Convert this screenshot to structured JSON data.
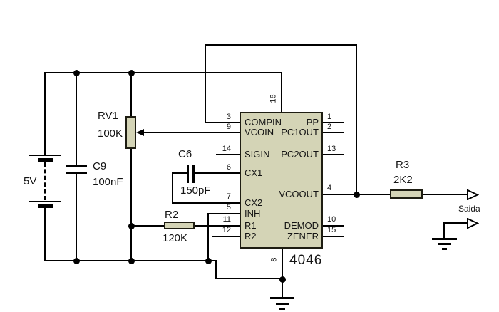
{
  "power": {
    "battery_label": "5V"
  },
  "components": {
    "rv1": {
      "ref": "RV1",
      "value": "100K"
    },
    "c9": {
      "ref": "C9",
      "value": "100nF"
    },
    "c6": {
      "ref": "C6",
      "value": "150pF"
    },
    "r2": {
      "ref": "R2",
      "value": "120K"
    },
    "r3": {
      "ref": "R3",
      "value": "2K2"
    }
  },
  "ic": {
    "part_number": "4046",
    "vdd_pin": "16",
    "vss_pin": "8",
    "left_pins": [
      {
        "num": "3",
        "name": "COMPIN"
      },
      {
        "num": "9",
        "name": "VCOIN"
      },
      {
        "num": "14",
        "name": "SIGIN"
      },
      {
        "num": "6",
        "name": "CX1"
      },
      {
        "num": "7",
        "name": "CX2"
      },
      {
        "num": "5",
        "name": "INH"
      },
      {
        "num": "11",
        "name": "R1"
      },
      {
        "num": "12",
        "name": "R2"
      }
    ],
    "right_pins": [
      {
        "num": "1",
        "name": "PP"
      },
      {
        "num": "2",
        "name": "PC1OUT"
      },
      {
        "num": "13",
        "name": "PC2OUT"
      },
      {
        "num": "4",
        "name": "VCOOUT"
      },
      {
        "num": "10",
        "name": "DEMOD"
      },
      {
        "num": "15",
        "name": "ZENER"
      }
    ]
  },
  "output": {
    "label": "Saida"
  },
  "colors": {
    "background": "#ffffff",
    "wire": "#000000",
    "component_fill": "#d4d4b6"
  }
}
